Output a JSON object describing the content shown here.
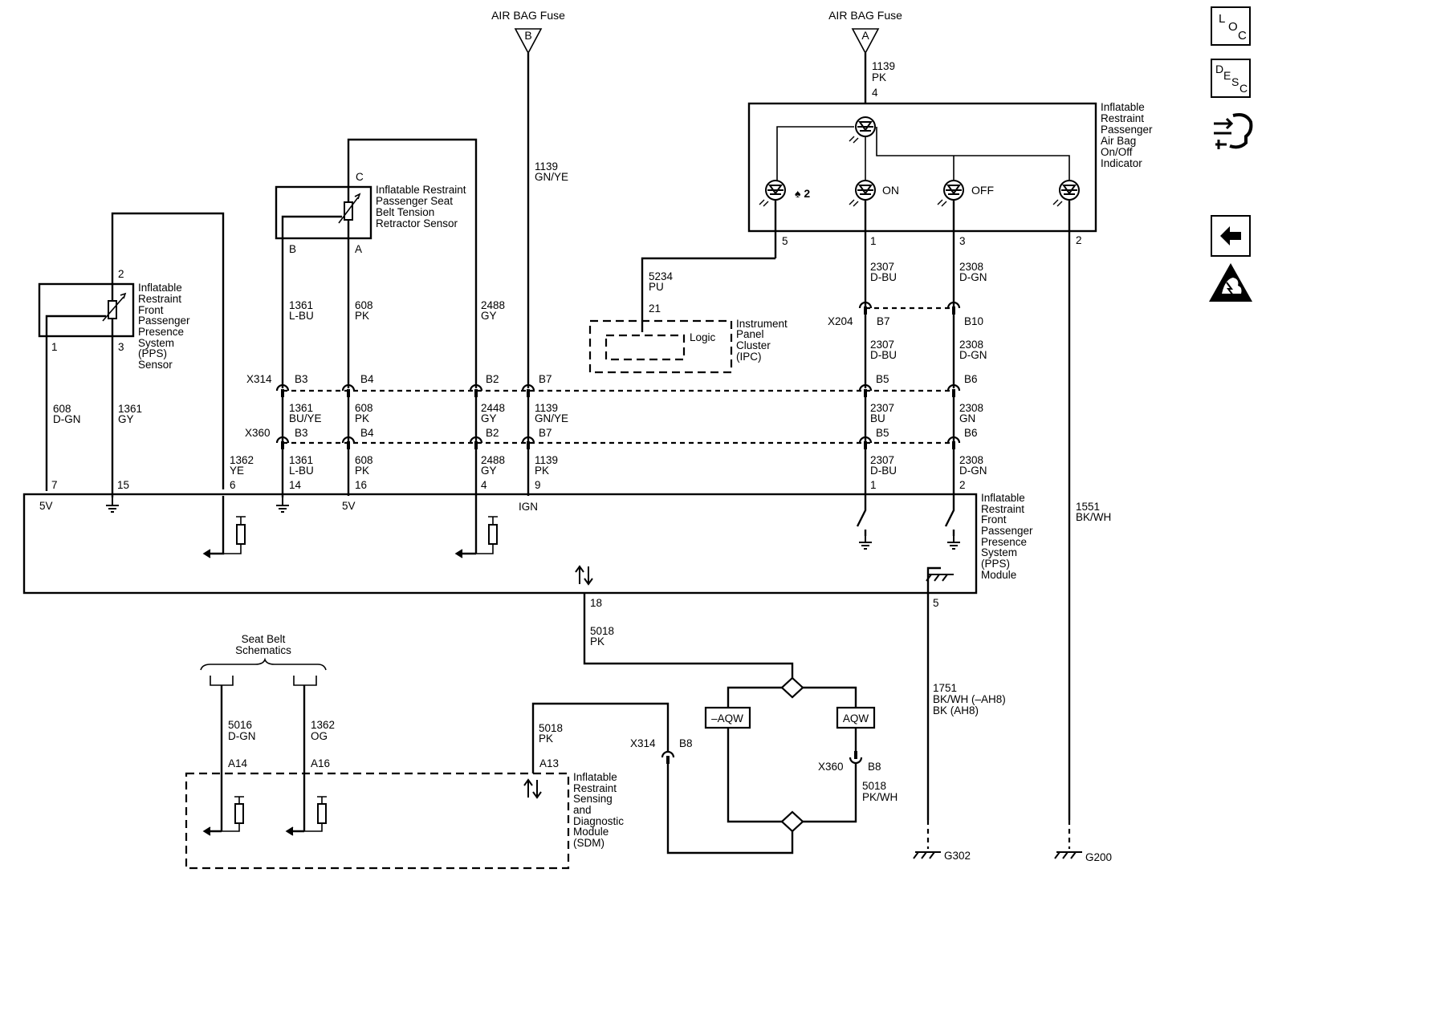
{
  "fuses": {
    "left": "AIR BAG Fuse",
    "left_letter": "B",
    "right": "AIR BAG Fuse",
    "right_letter": "A"
  },
  "components": {
    "pps_sensor": [
      "Inflatable",
      "Restraint",
      "Front",
      "Passenger",
      "Presence",
      "System",
      "(PPS)",
      "Sensor"
    ],
    "belt_sensor": [
      "Inflatable Restraint",
      "Passenger Seat",
      "Belt Tension",
      "Retractor Sensor"
    ],
    "indicator": [
      "Inflatable",
      "Restraint",
      "Passenger",
      "Air Bag",
      "On/Off",
      "Indicator"
    ],
    "ipc": [
      "Instrument",
      "Panel",
      "Cluster",
      "(IPC)"
    ],
    "ipc_logic": "Logic",
    "pps_module": [
      "Inflatable",
      "Restraint",
      "Front",
      "Passenger",
      "Presence",
      "System",
      "(PPS)",
      "Module"
    ],
    "sdm": [
      "Inflatable",
      "Restraint",
      "Sensing",
      "and",
      "Diagnostic",
      "Module",
      "(SDM)"
    ],
    "seatbelt": [
      "Seat Belt",
      "Schematics"
    ],
    "aqw_left": "–AQW",
    "aqw_right": "AQW"
  },
  "indicator_labels": {
    "on": "ON",
    "off": "OFF",
    "seat_icon": "♠ 2"
  },
  "connectors": {
    "x314": "X314",
    "x360": "X360",
    "x204": "X204"
  },
  "grounds": {
    "g302": "G302",
    "g200": "G200"
  },
  "module_labels": {
    "v5a": "5V",
    "v5b": "5V",
    "ign": "IGN"
  },
  "pins": {
    "pps_1": "1",
    "pps_2": "2",
    "pps_3": "3",
    "belt_c": "C",
    "belt_b": "B",
    "belt_a": "A",
    "ind_4": "4",
    "ind_5": "5",
    "ind_1": "1",
    "ind_3": "3",
    "ind_2": "2",
    "ipc_21": "21",
    "mod_7": "7",
    "mod_15": "15",
    "mod_6": "6",
    "mod_14": "14",
    "mod_16": "16",
    "mod_4": "4",
    "mod_9": "9",
    "mod_1": "1",
    "mod_2": "2",
    "mod_18": "18",
    "mod_5": "5",
    "x314_b3": "B3",
    "x314_b4": "B4",
    "x314_b2": "B2",
    "x314_b7": "B7",
    "x314_b5": "B5",
    "x314_b6": "B6",
    "x360_b3": "B3",
    "x360_b4": "B4",
    "x360_b2": "B2",
    "x360_b7": "B7",
    "x360_b5": "B5",
    "x360_b6": "B6",
    "x204_b7": "B7",
    "x204_b10": "B10",
    "x314_b8": "B8",
    "x360_b8": "B8",
    "sdm_a14": "A14",
    "sdm_a16": "A16",
    "sdm_a13": "A13"
  },
  "wires": {
    "w608_dgn": [
      "608",
      "D-GN"
    ],
    "w1361_gy": [
      "1361",
      "GY"
    ],
    "w1362_ye": [
      "1362",
      "YE"
    ],
    "w1361_lbu_a": [
      "1361",
      "L-BU"
    ],
    "w608_pk_a": [
      "608",
      "PK"
    ],
    "w2488_gy_a": [
      "2488",
      "GY"
    ],
    "w1139_gnye_a": [
      "1139",
      "GN/YE"
    ],
    "w1361_buye": [
      "1361",
      "BU/YE"
    ],
    "w608_pk_b": [
      "608",
      "PK"
    ],
    "w2448_gy": [
      "2448",
      "GY"
    ],
    "w1139_gnye_b": [
      "1139",
      "GN/YE"
    ],
    "w1361_lbu_b": [
      "1361",
      "L-BU"
    ],
    "w608_pk_c": [
      "608",
      "PK"
    ],
    "w2488_gy_b": [
      "2488",
      "GY"
    ],
    "w1139_pk_b": [
      "1139",
      "PK"
    ],
    "w1139_pk_a": [
      "1139",
      "PK"
    ],
    "w5234_pu": [
      "5234",
      "PU"
    ],
    "w2307_dbu_a": [
      "2307",
      "D-BU"
    ],
    "w2308_dgn_a": [
      "2308",
      "D-GN"
    ],
    "w2307_dbu_b": [
      "2307",
      "D-BU"
    ],
    "w2308_dgn_b": [
      "2308",
      "D-GN"
    ],
    "w2307_bu": [
      "2307",
      "BU"
    ],
    "w2308_gn": [
      "2308",
      "GN"
    ],
    "w2307_dbu_c": [
      "2307",
      "D-BU"
    ],
    "w2308_dgn_c": [
      "2308",
      "D-GN"
    ],
    "w1551_bkwh": [
      "1551",
      "BK/WH"
    ],
    "w5018_pk_a": [
      "5018",
      "PK"
    ],
    "w5018_pk_b": [
      "5018",
      "PK"
    ],
    "w5018_pkwh": [
      "5018",
      "PK/WH"
    ],
    "w1751": [
      "1751",
      "BK/WH (–AH8)",
      "BK (AH8)"
    ],
    "w5016_dgn": [
      "5016",
      "D-GN"
    ],
    "w1362_og": [
      "1362",
      "OG"
    ]
  },
  "nav": {
    "loc": {
      "l": "L",
      "o": "O",
      "c": "C"
    },
    "desc": {
      "d": "D",
      "e": "E",
      "s": "S",
      "c": "C"
    }
  }
}
